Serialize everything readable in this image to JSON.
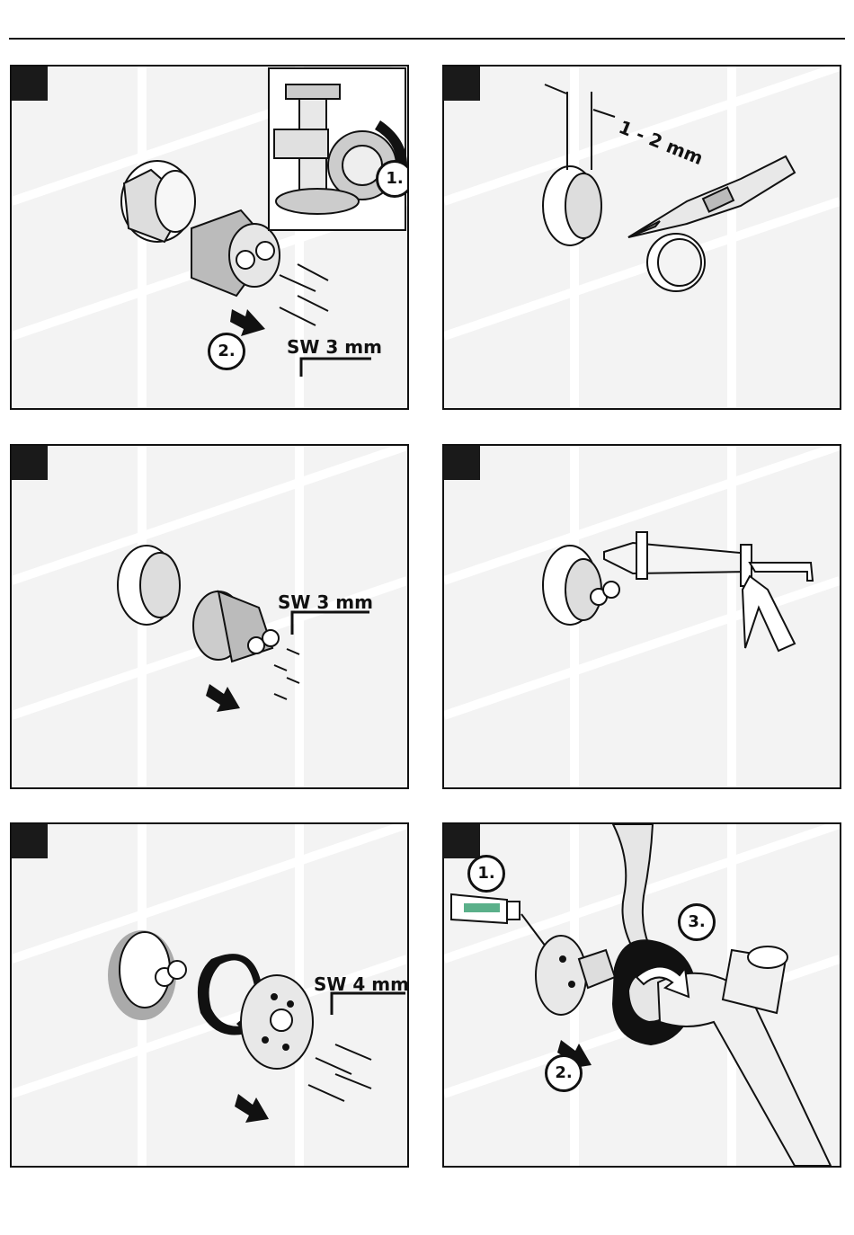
{
  "panels": [
    {
      "id": "p1",
      "labels": {
        "wrench": "SW 3 mm",
        "step1": "1.",
        "step2": "2."
      }
    },
    {
      "id": "p2",
      "labels": {
        "gap": "1 - 2 mm"
      }
    },
    {
      "id": "p3",
      "labels": {
        "wrench": "SW 3 mm"
      }
    },
    {
      "id": "p4",
      "labels": {}
    },
    {
      "id": "p5",
      "labels": {
        "wrench": "SW 4 mm"
      }
    },
    {
      "id": "p6",
      "labels": {
        "step1": "1.",
        "step2": "2.",
        "step3": "3."
      }
    }
  ],
  "colors": {
    "tile": "#f3f3f3",
    "grout": "#ffffff",
    "ink": "#111111",
    "badge": "#1a1a1a"
  },
  "icons": [
    "hex-key-icon",
    "arrow-icon",
    "grease-tube-icon",
    "caulk-gun-icon",
    "cutter-knife-icon",
    "wrench-icon"
  ]
}
